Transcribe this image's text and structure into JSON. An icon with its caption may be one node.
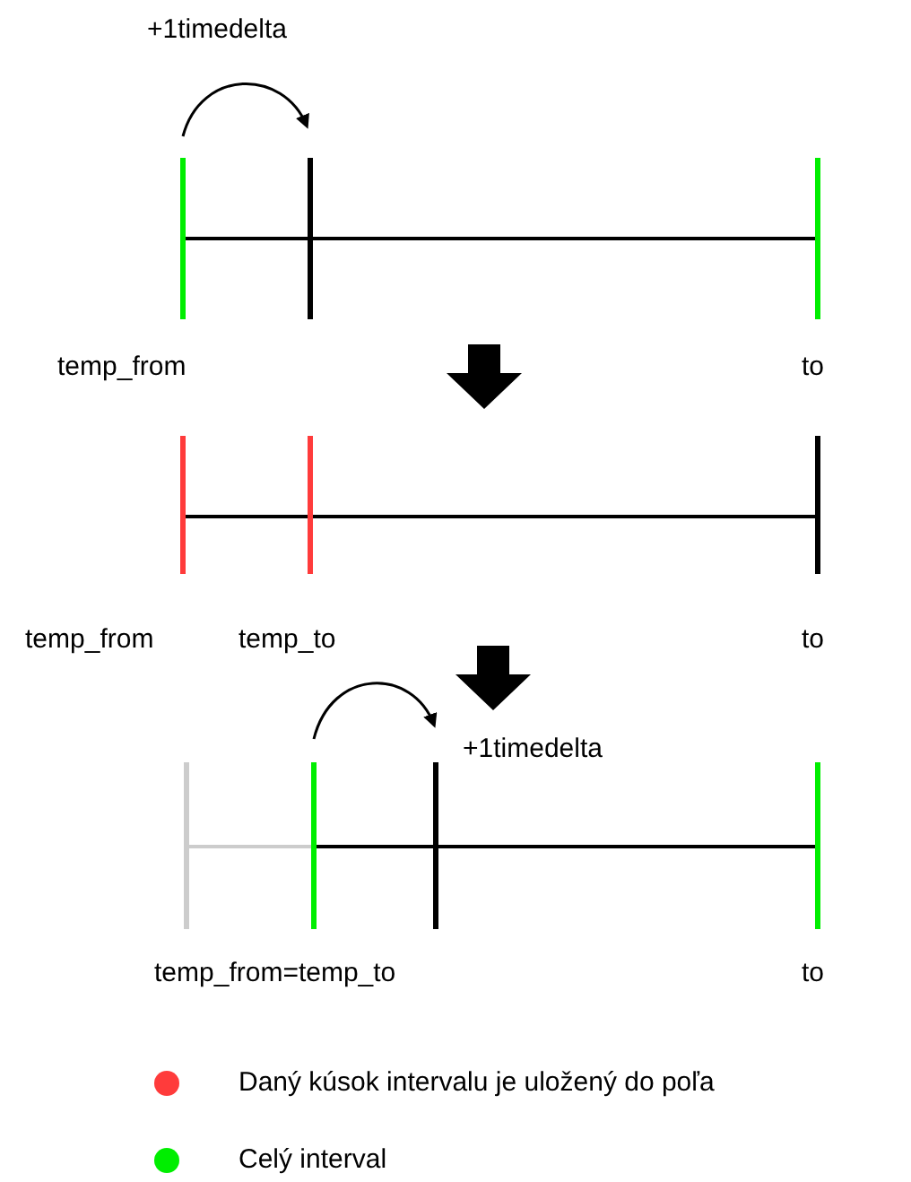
{
  "diagram": {
    "labels": [
      "+1timedelta",
      "temp_from",
      "to",
      "temp_from",
      "temp_to",
      "to",
      "+1timedelta",
      "temp_from=temp_to",
      "to"
    ],
    "legend": [
      {
        "text": "Daný kúsok intervalu je uložený do poľa",
        "color": "#ff3b3b"
      },
      {
        "text": "Celý interval",
        "color": "#00ee00"
      }
    ]
  }
}
